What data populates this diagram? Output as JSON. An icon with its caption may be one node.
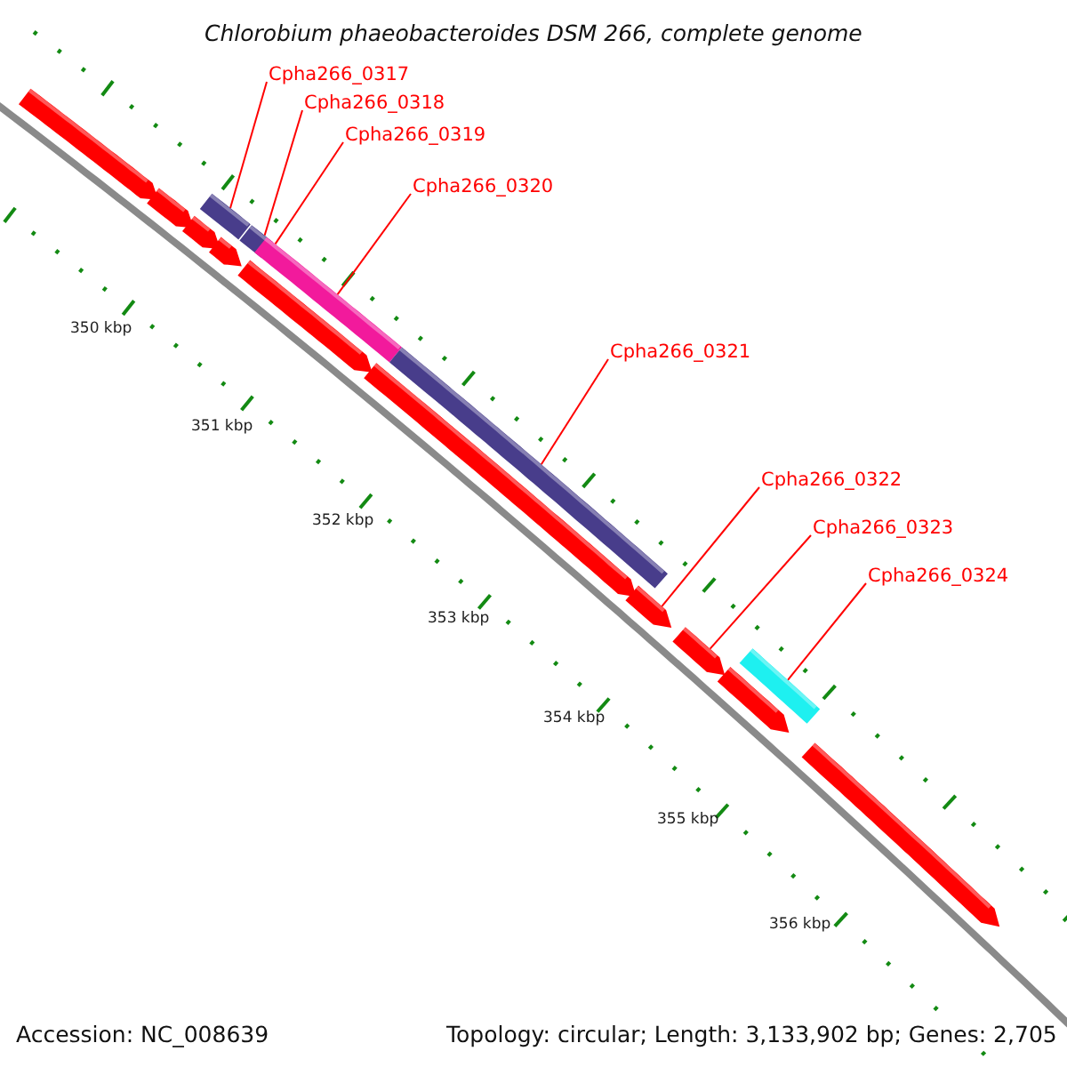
{
  "diagram": {
    "title": "Chlorobium phaeobacteroides DSM 266, complete genome",
    "nodes": [
      {
        "text": [
          "Cpha266_0317"
        ]
      },
      {
        "text": [
          "Cpha266_0318"
        ]
      },
      {
        "text": [
          "Cpha266_0319"
        ]
      },
      {
        "text": [
          "Cpha266_0320"
        ]
      },
      {
        "text": [
          "Cpha266_0321"
        ]
      },
      {
        "text": [
          "Cpha266_0322"
        ]
      },
      {
        "text": [
          "Cpha266_0323"
        ]
      },
      {
        "text": [
          "Cpha266_0324"
        ]
      },
      {
        "text": [],
        "shape": "arrow"
      },
      {
        "text": [],
        "shape": "arrow"
      },
      {
        "text": [],
        "shape": "arrow"
      },
      {
        "text": [],
        "shape": "arrow"
      },
      {
        "text": [],
        "shape": "arrow"
      },
      {
        "text": [],
        "shape": "arrow"
      },
      {
        "text": [],
        "shape": "arrow"
      },
      {
        "text": [],
        "shape": "arrow"
      },
      {
        "text": [],
        "shape": "arrow"
      },
      {
        "text": [],
        "shape": "arrow"
      },
      {
        "text": [],
        "shape": "bar"
      },
      {
        "text": [],
        "shape": "bar"
      },
      {
        "text": [],
        "shape": "bar"
      },
      {
        "text": [],
        "shape": "bar"
      },
      {
        "text": [],
        "shape": "bar"
      }
    ],
    "edges": [
      {
        "from": 0,
        "to": 18,
        "arrow": "none"
      },
      {
        "from": 1,
        "to": 19,
        "arrow": "none"
      },
      {
        "from": 2,
        "to": 20,
        "arrow": "none"
      },
      {
        "from": 3,
        "to": 20,
        "arrow": "none"
      },
      {
        "from": 4,
        "to": 21,
        "arrow": "none"
      },
      {
        "from": 5,
        "to": 14,
        "arrow": "none"
      },
      {
        "from": 6,
        "to": 15,
        "arrow": "none"
      },
      {
        "from": 7,
        "to": 22,
        "arrow": "none"
      }
    ],
    "labels": [
      "350 kbp",
      "351 kbp",
      "352 kbp",
      "353 kbp",
      "354 kbp",
      "355 kbp",
      "356 kbp",
      "Accession: NC_008639",
      "Topology: circular; Length: 3,133,902 bp; Genes: 2,705"
    ]
  }
}
